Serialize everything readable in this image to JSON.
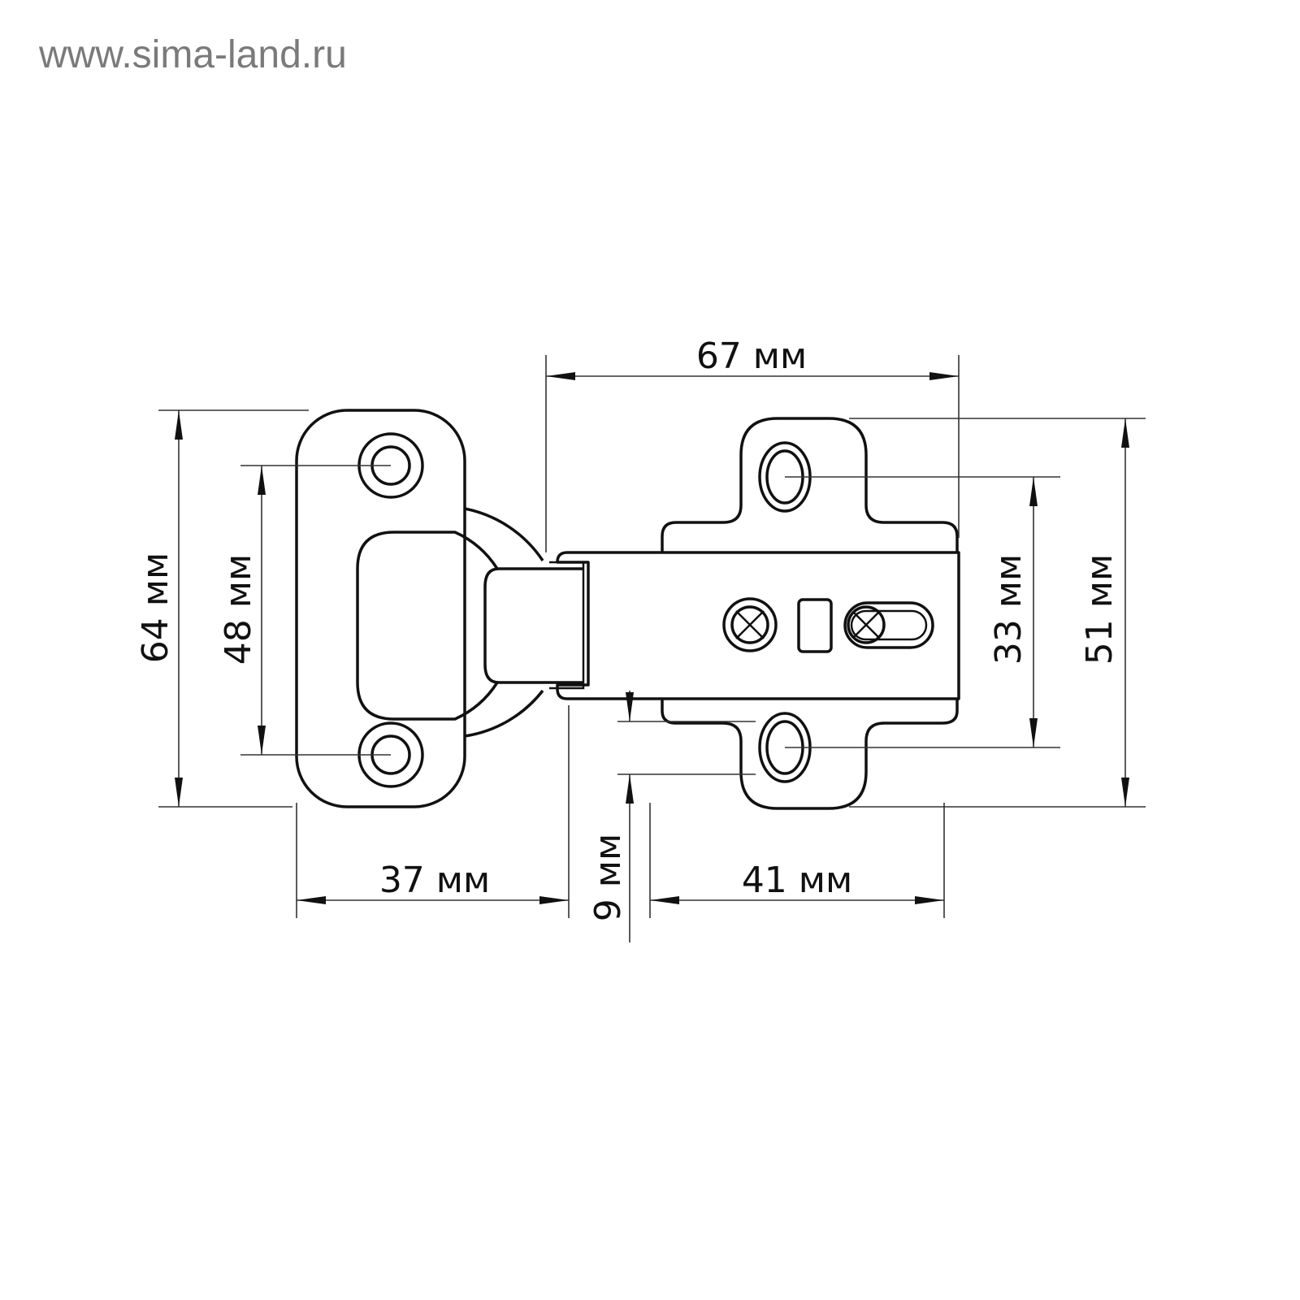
{
  "watermark": "www.sima-land.ru",
  "dimensions": {
    "width_total": "67 мм",
    "cup_plate_height": "64 мм",
    "cup_hole_spacing": "48 мм",
    "cup_offset": "37 мм",
    "plate_offset": "9 мм",
    "plate_width": "41 мм",
    "plate_hole_spacing": "33 мм",
    "plate_height": "51 мм"
  }
}
